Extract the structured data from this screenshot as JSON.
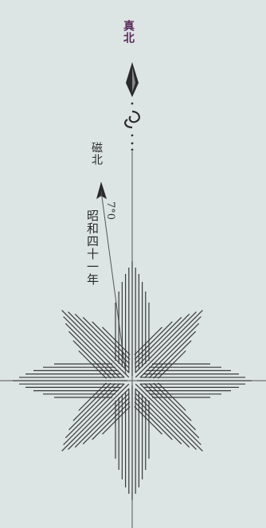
{
  "true_north": {
    "label": "真北"
  },
  "magnetic_north": {
    "label": "磁北"
  },
  "survey_year": {
    "label": "昭和四十一年"
  },
  "declination": {
    "label": "7°0"
  },
  "colors": {
    "background": "#dde4e4",
    "ink": "#3a3a3a",
    "true_north_text": "#5a2a5a"
  },
  "rose": {
    "directions": [
      "N",
      "NE",
      "E",
      "SE",
      "S",
      "SW",
      "W",
      "NW"
    ]
  }
}
